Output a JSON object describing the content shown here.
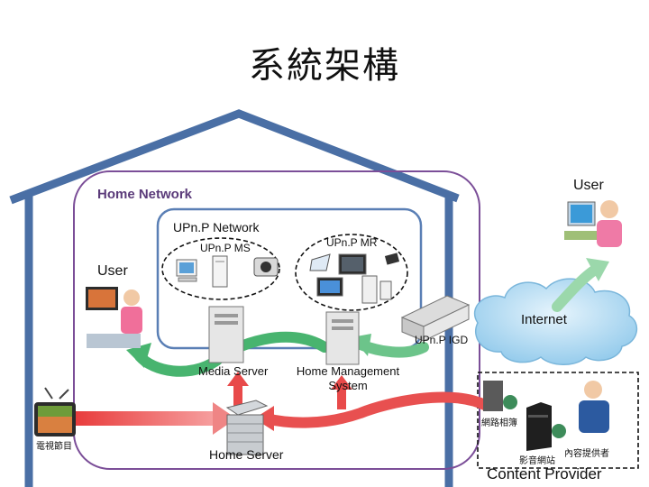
{
  "title": "系統架構",
  "labels": {
    "home_network": "Home Network",
    "upnp_network": "UPn.P Network",
    "upnp_ms": "UPn.P MS",
    "upnp_mr": "UPn.P MR",
    "user_left": "User",
    "user_right": "User",
    "internet": "Internet",
    "upnp_igd": "UPn.P IGD",
    "media_server": "Media Server",
    "home_management_system": "Home Management\nSystem",
    "home_server": "Home Server",
    "tv_program": "電視節目",
    "network_phone": "網路相簿",
    "video_website": "影音網站",
    "content_supplier": "內容提供者",
    "content_provider": "Content Provider"
  },
  "colors": {
    "house_outline": "#4a6fa5",
    "home_network_box": "#7b4e98",
    "upnp_box": "#5a7fb5",
    "green_arrow": "#5dbb7a",
    "red_arrow": "#e85050",
    "cloud": "#a7d4ef"
  }
}
